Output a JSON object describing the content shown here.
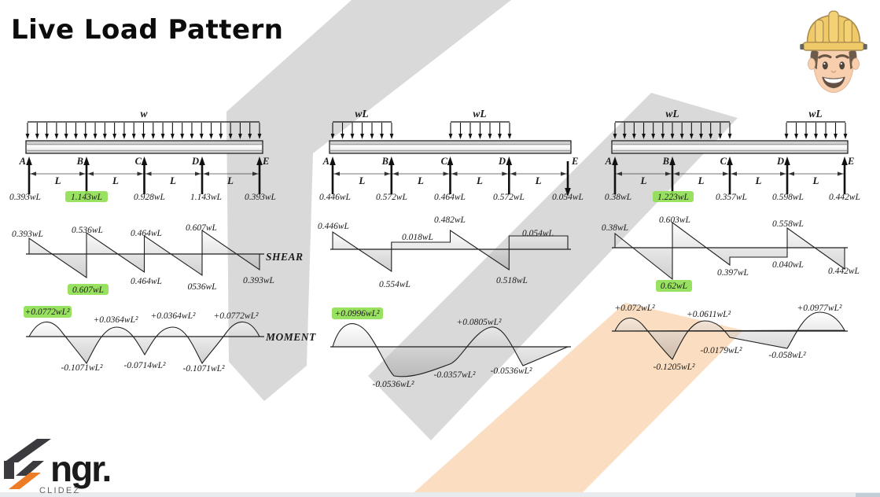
{
  "title": "Live Load Pattern",
  "logo": {
    "name": "ngr.",
    "tagline": "CLIDEZ"
  },
  "axis_labels": {
    "shear": "SHEAR",
    "moment": "MOMENT"
  },
  "colors": {
    "highlight": "#8ede4f",
    "watermark_gray": "#d9d9d9",
    "watermark_orange": "#fbddc1",
    "logo_dark": "#3b3a3e",
    "logo_orange": "#ee7c26"
  },
  "cases": [
    {
      "loads": [
        "w"
      ],
      "supports": [
        "A",
        "B",
        "C",
        "D",
        "E"
      ],
      "spans": [
        "L",
        "L",
        "L",
        "L"
      ],
      "reactions": [
        "0.393wL",
        "1.143wL",
        "0.928wL",
        "1.143wL",
        "0.393wL"
      ],
      "shear_top": [
        "0.393wL",
        "0.536wL",
        "0.464wL",
        "0.607wL"
      ],
      "shear_bottom": [
        "0.607wL",
        "0.464wL",
        "0536wL",
        "0.393wL"
      ],
      "moment_pos": [
        "+0.0772wL²",
        "+0.0364wL²",
        "+0.0364wL²",
        "+0.0772wL²"
      ],
      "moment_neg": [
        "-0.1071wL²",
        "-0.0714wL²",
        "-0.1071wL²"
      ]
    },
    {
      "loads": [
        "wL",
        "wL"
      ],
      "supports": [
        "A",
        "B",
        "C",
        "D",
        "E"
      ],
      "spans": [
        "L",
        "L",
        "L",
        "L"
      ],
      "reactions": [
        "0.446wL",
        "0.572wL",
        "0.464wL",
        "0.572wL",
        "0.054wL"
      ],
      "shear_top": [
        "0.446wL",
        "0.018wL",
        "0.482wL",
        "0.054wL"
      ],
      "shear_bottom": [
        "0.554wL",
        "0.518wL"
      ],
      "moment_pos": [
        "+0.0996wL²",
        "+0.0805wL²"
      ],
      "moment_neg": [
        "-0.0536wL²",
        "-0.0357wL²",
        "-0.0536wL²"
      ]
    },
    {
      "loads": [
        "wL",
        "wL"
      ],
      "supports": [
        "A",
        "B",
        "C",
        "D",
        "E"
      ],
      "spans": [
        "L",
        "L",
        "L",
        "L"
      ],
      "reactions": [
        "0.38wL",
        "1.223wL",
        "0.357wL",
        "0.598wL",
        "0.442wL"
      ],
      "shear_top": [
        "0.38wL",
        "0.603wL",
        "0.558wL"
      ],
      "shear_bottom": [
        "0.62wL",
        "0.397wL",
        "0.040wL",
        "0.442wL"
      ],
      "moment_pos": [
        "+0.072wL²",
        "+0.0611wL²",
        "+0.0977wL²"
      ],
      "moment_neg": [
        "-0.1205wL²",
        "-0.0179wL²",
        "-0.058wL²"
      ]
    }
  ]
}
